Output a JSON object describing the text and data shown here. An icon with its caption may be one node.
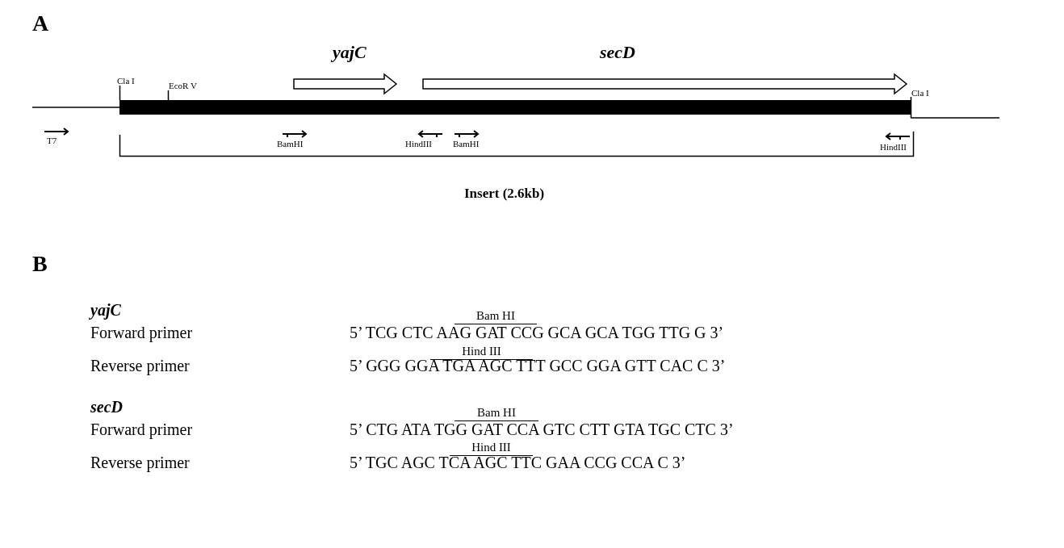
{
  "diagram": {
    "labels": [
      "A",
      "yajC",
      "secD",
      "Cla I",
      "EcoR V",
      "Cla I",
      "T7",
      "BamHI",
      "HindIII",
      "BamHI",
      "HindIII",
      "Insert (2.6kb)",
      "B",
      "yajC",
      "Bam HI",
      "Forward primer",
      "5’ TCG CTC AAG GAT CCG GCA GCA TGG TTG G 3’",
      "Hind III",
      "Reverse primer",
      "5’ GGG GGA TGA AGC TTT GCC GGA GTT CAC C 3’",
      "secD",
      "Bam HI",
      "Forward primer",
      "5’ CTG ATA TGG GAT CCA GTC CTT GTA TGC CTC 3’",
      "Hind III",
      "Reverse primer",
      "5’ TGC AGC TCA AGC TTC GAA CCG CCA C 3’"
    ]
  }
}
